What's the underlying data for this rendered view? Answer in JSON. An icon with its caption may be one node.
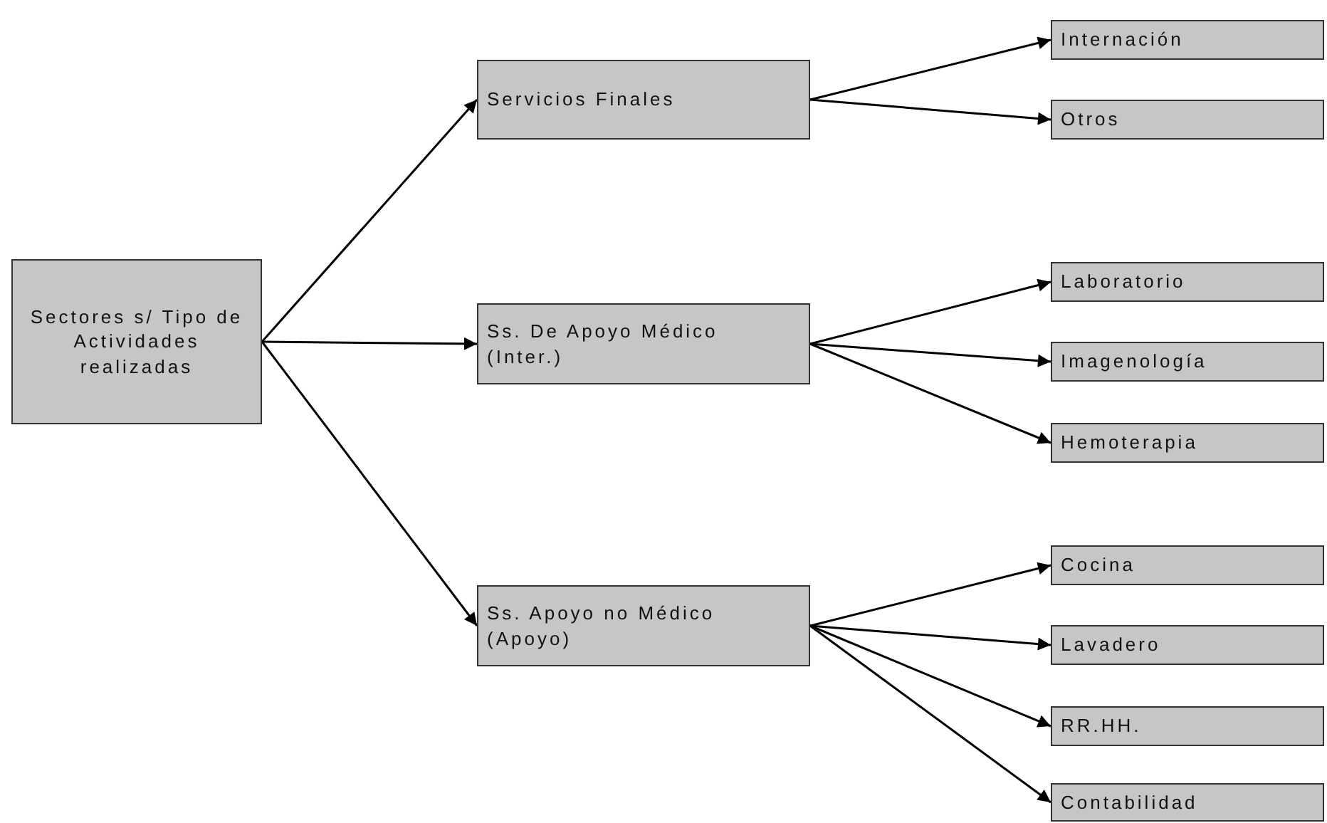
{
  "diagram": {
    "nodes": [
      {
        "text": [
          "Sectores s/ Tipo de Actividades realizadas"
        ]
      },
      {
        "text": [
          "Servicios Finales"
        ]
      },
      {
        "text": [
          "Internación"
        ]
      },
      {
        "text": [
          "Otros"
        ]
      },
      {
        "text": [
          "Ss. De Apoyo Médico (Inter.)"
        ]
      },
      {
        "text": [
          "Laboratorio"
        ]
      },
      {
        "text": [
          "Imagenología"
        ]
      },
      {
        "text": [
          "Hemoterapia"
        ]
      },
      {
        "text": [
          "Ss. Apoyo no Médico (Apoyo)"
        ]
      },
      {
        "text": [
          "Cocina"
        ]
      },
      {
        "text": [
          "Lavadero"
        ]
      },
      {
        "text": [
          "RR.HH."
        ]
      },
      {
        "text": [
          "Contabilidad"
        ]
      }
    ],
    "edges": [
      {
        "from": 0,
        "to": 1,
        "arrow": "to"
      },
      {
        "from": 0,
        "to": 4,
        "arrow": "to"
      },
      {
        "from": 0,
        "to": 8,
        "arrow": "to"
      },
      {
        "from": 1,
        "to": 2,
        "arrow": "to"
      },
      {
        "from": 1,
        "to": 3,
        "arrow": "to"
      },
      {
        "from": 4,
        "to": 5,
        "arrow": "to"
      },
      {
        "from": 4,
        "to": 6,
        "arrow": "to"
      },
      {
        "from": 4,
        "to": 7,
        "arrow": "to"
      },
      {
        "from": 8,
        "to": 9,
        "arrow": "to"
      },
      {
        "from": 8,
        "to": 10,
        "arrow": "to"
      },
      {
        "from": 8,
        "to": 11,
        "arrow": "to"
      },
      {
        "from": 8,
        "to": 12,
        "arrow": "to"
      }
    ]
  }
}
